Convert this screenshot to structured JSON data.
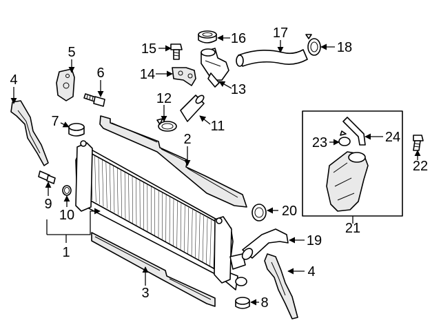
{
  "diagram": {
    "background": "#ffffff",
    "line_color": "#000000",
    "callouts": [
      {
        "id": "c1",
        "text": "1"
      },
      {
        "id": "c2",
        "text": "2"
      },
      {
        "id": "c3",
        "text": "3"
      },
      {
        "id": "c4a",
        "text": "4"
      },
      {
        "id": "c4b",
        "text": "4"
      },
      {
        "id": "c5",
        "text": "5"
      },
      {
        "id": "c6",
        "text": "6"
      },
      {
        "id": "c7",
        "text": "7"
      },
      {
        "id": "c8",
        "text": "8"
      },
      {
        "id": "c9",
        "text": "9"
      },
      {
        "id": "c10",
        "text": "10"
      },
      {
        "id": "c11",
        "text": "11"
      },
      {
        "id": "c12",
        "text": "12"
      },
      {
        "id": "c13",
        "text": "13"
      },
      {
        "id": "c14",
        "text": "14"
      },
      {
        "id": "c15",
        "text": "15"
      },
      {
        "id": "c16",
        "text": "16"
      },
      {
        "id": "c17",
        "text": "17"
      },
      {
        "id": "c18",
        "text": "18"
      },
      {
        "id": "c19",
        "text": "19"
      },
      {
        "id": "c20",
        "text": "20"
      },
      {
        "id": "c21",
        "text": "21"
      },
      {
        "id": "c22",
        "text": "22"
      },
      {
        "id": "c23",
        "text": "23"
      },
      {
        "id": "c24",
        "text": "24"
      }
    ]
  }
}
